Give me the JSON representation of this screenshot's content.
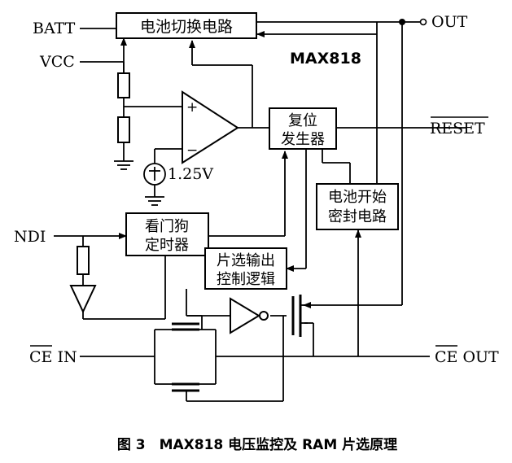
{
  "diagram": {
    "chip_label": "MAX818",
    "pins": {
      "batt": "BATT",
      "vcc": "VCC",
      "out": "OUT",
      "reset": "RESET",
      "ndi": "NDI",
      "ce_in_bar": "CE",
      "ce_in_suffix": " IN",
      "ce_out_bar": "CE",
      "ce_out_suffix": " OUT"
    },
    "blocks": {
      "battery_switch": "电池切换电路",
      "reset_gen_line1": "复位",
      "reset_gen_line2": "发生器",
      "battery_seal_line1": "电池开始",
      "battery_seal_line2": "密封电路",
      "watchdog_line1": "看门狗",
      "watchdog_line2": "定时器",
      "chip_select_line1": "片选输出",
      "chip_select_line2": "控制逻辑"
    },
    "reference": "1.25V",
    "comparator": {
      "plus": "+",
      "minus": "−"
    }
  },
  "caption": "图 3　MAX818 电压监控及 RAM 片选原理"
}
